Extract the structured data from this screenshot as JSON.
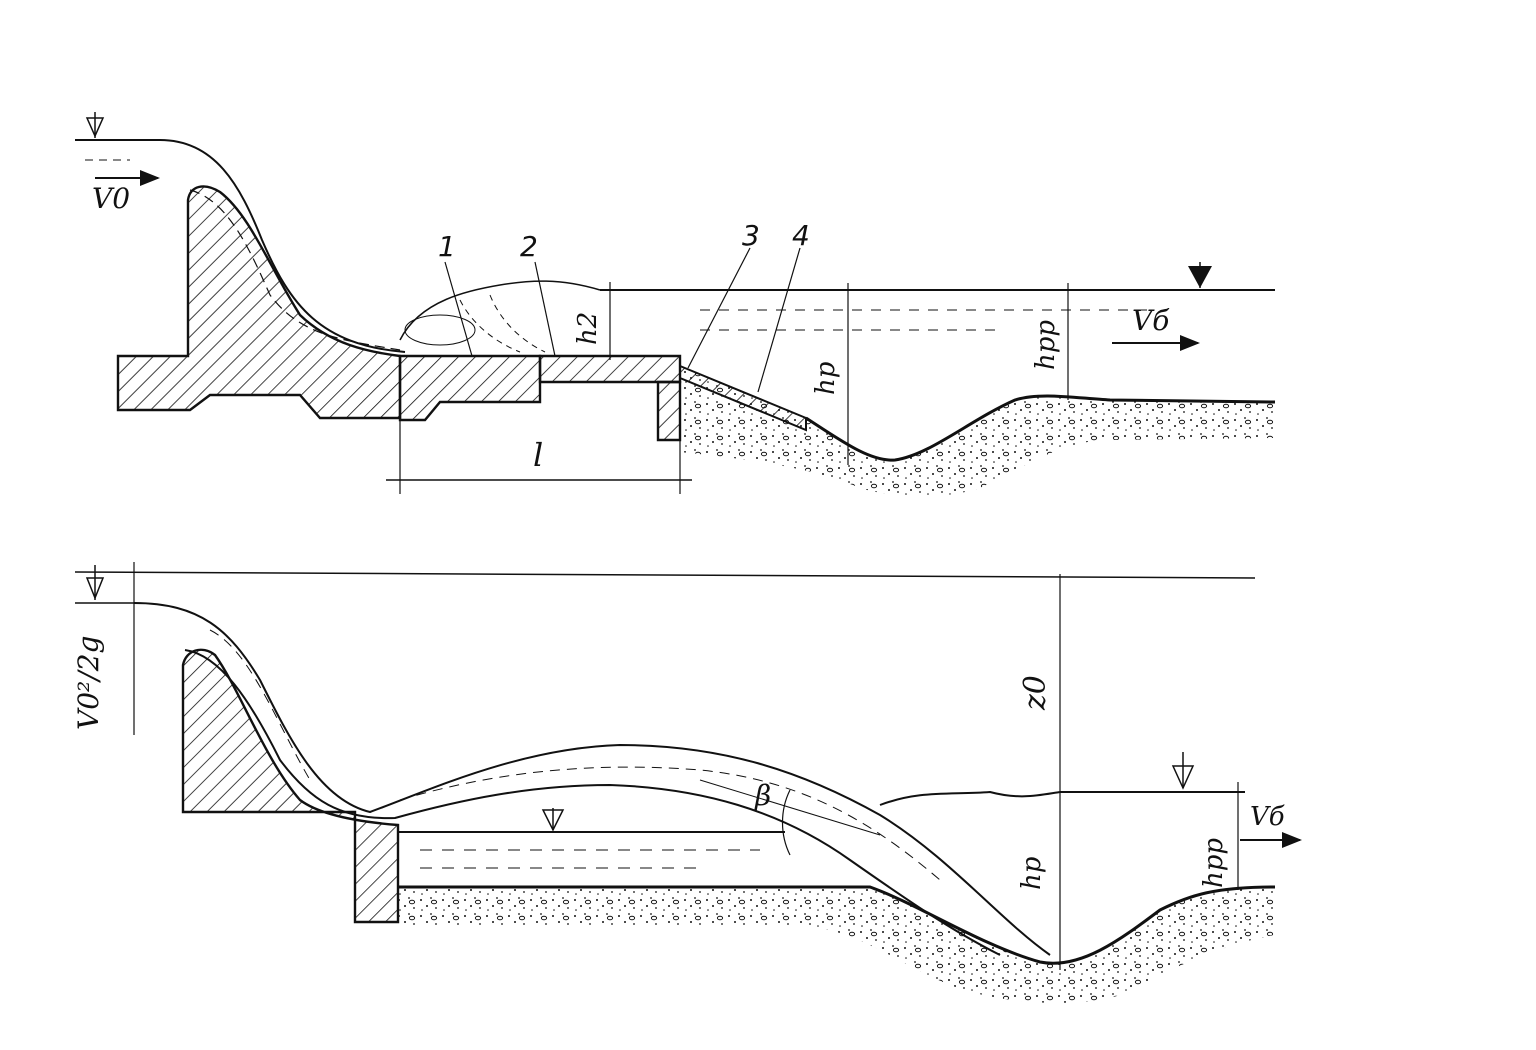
{
  "top_section": {
    "labels": {
      "v0": "V0",
      "marker_1": "1",
      "marker_2": "2",
      "marker_3": "3",
      "marker_4": "4",
      "h2": "h2",
      "hp": "hp",
      "hpp": "hpp",
      "vb": "Vб",
      "l": "l"
    }
  },
  "bottom_section": {
    "labels": {
      "v0_head": "V0²/2g",
      "z0": "z0",
      "beta": "β",
      "hp": "hp",
      "hpp": "hpp",
      "vb": "Vб"
    }
  },
  "colors": {
    "ink": "#111111",
    "paper": "#ffffff"
  }
}
